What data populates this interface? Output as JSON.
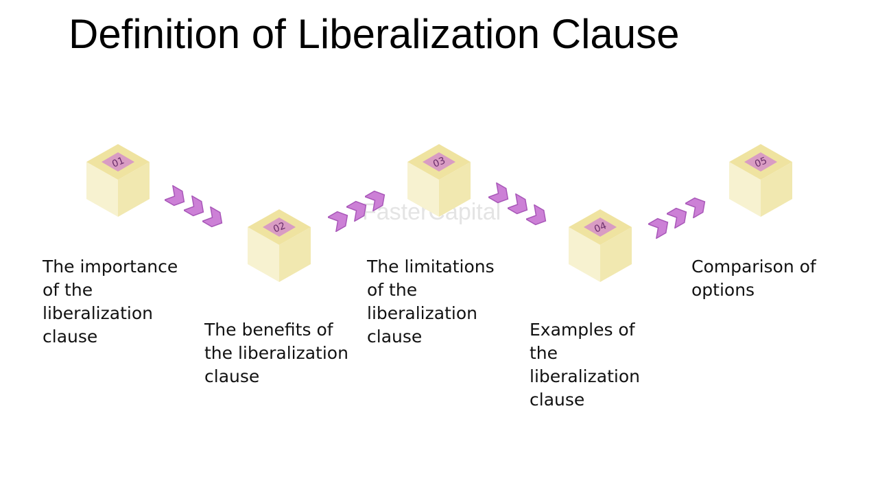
{
  "title": "Definition of Liberalization Clause",
  "watermark": "FasterCapital",
  "colors": {
    "cube_top": "#efe3a0",
    "cube_left": "#f7f2d0",
    "cube_right": "#f1e8b0",
    "badge": "#d58fc9",
    "chevron": "#cc80d6",
    "chevron_stroke": "#a857b8"
  },
  "steps": [
    {
      "number": "01",
      "label": "The importance of the liberalization clause"
    },
    {
      "number": "02",
      "label": "The benefits of the liberalization clause"
    },
    {
      "number": "03",
      "label": "The limitations of the liberalization clause"
    },
    {
      "number": "04",
      "label": "Examples of the liberalization clause"
    },
    {
      "number": "05",
      "label": "Comparison of options"
    }
  ]
}
